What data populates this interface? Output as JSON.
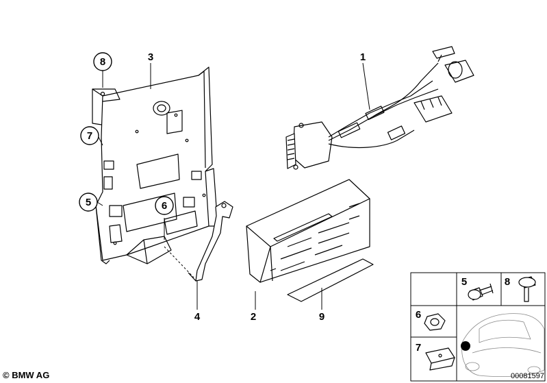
{
  "callouts": {
    "c1": "1",
    "c2": "2",
    "c3": "3",
    "c4": "4",
    "c5": "5",
    "c6": "6",
    "c7": "7",
    "c8": "8",
    "c9": "9"
  },
  "inset": {
    "screw_label": "5",
    "bolt_label": "8",
    "nut_label": "6",
    "clip_label": "7"
  },
  "footer": {
    "copyright": "© BMW AG",
    "doc_number": "00081597"
  }
}
